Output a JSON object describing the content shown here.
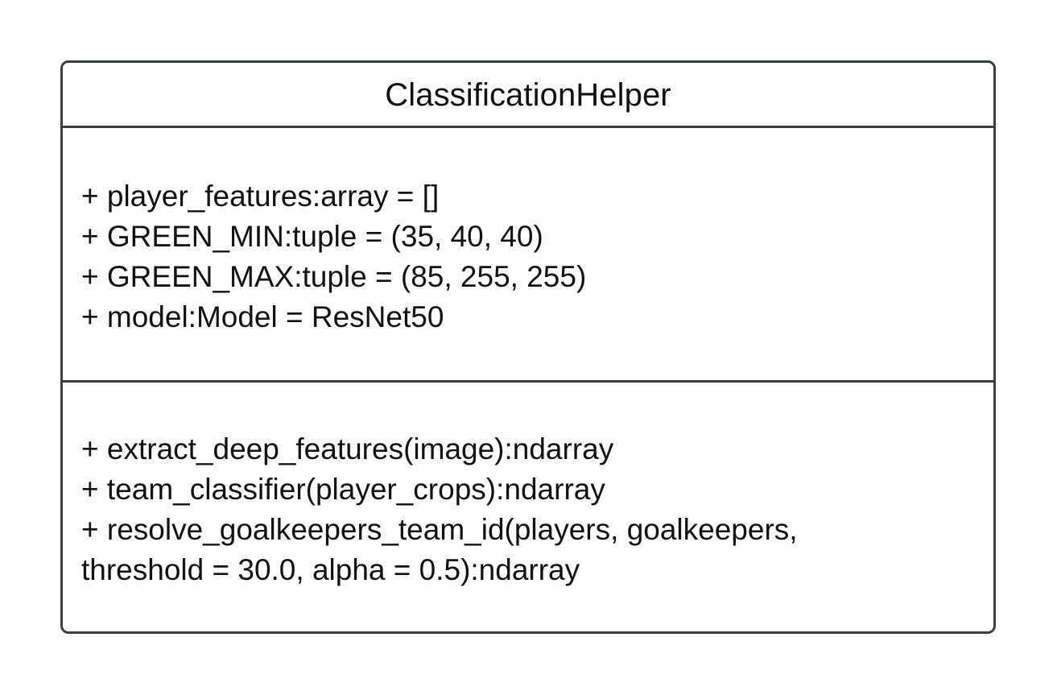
{
  "class": {
    "name": "ClassificationHelper",
    "attributes": [
      "+ player_features:array = []",
      "+ GREEN_MIN:tuple = (35, 40, 40)",
      "+ GREEN_MAX:tuple = (85, 255, 255)",
      "+ model:Model = ResNet50"
    ],
    "methods": [
      "+ extract_deep_features(image):ndarray",
      "+ team_classifier(player_crops):ndarray",
      "+ resolve_goalkeepers_team_id(players, goalkeepers,",
      "threshold = 30.0, alpha = 0.5):ndarray"
    ]
  }
}
